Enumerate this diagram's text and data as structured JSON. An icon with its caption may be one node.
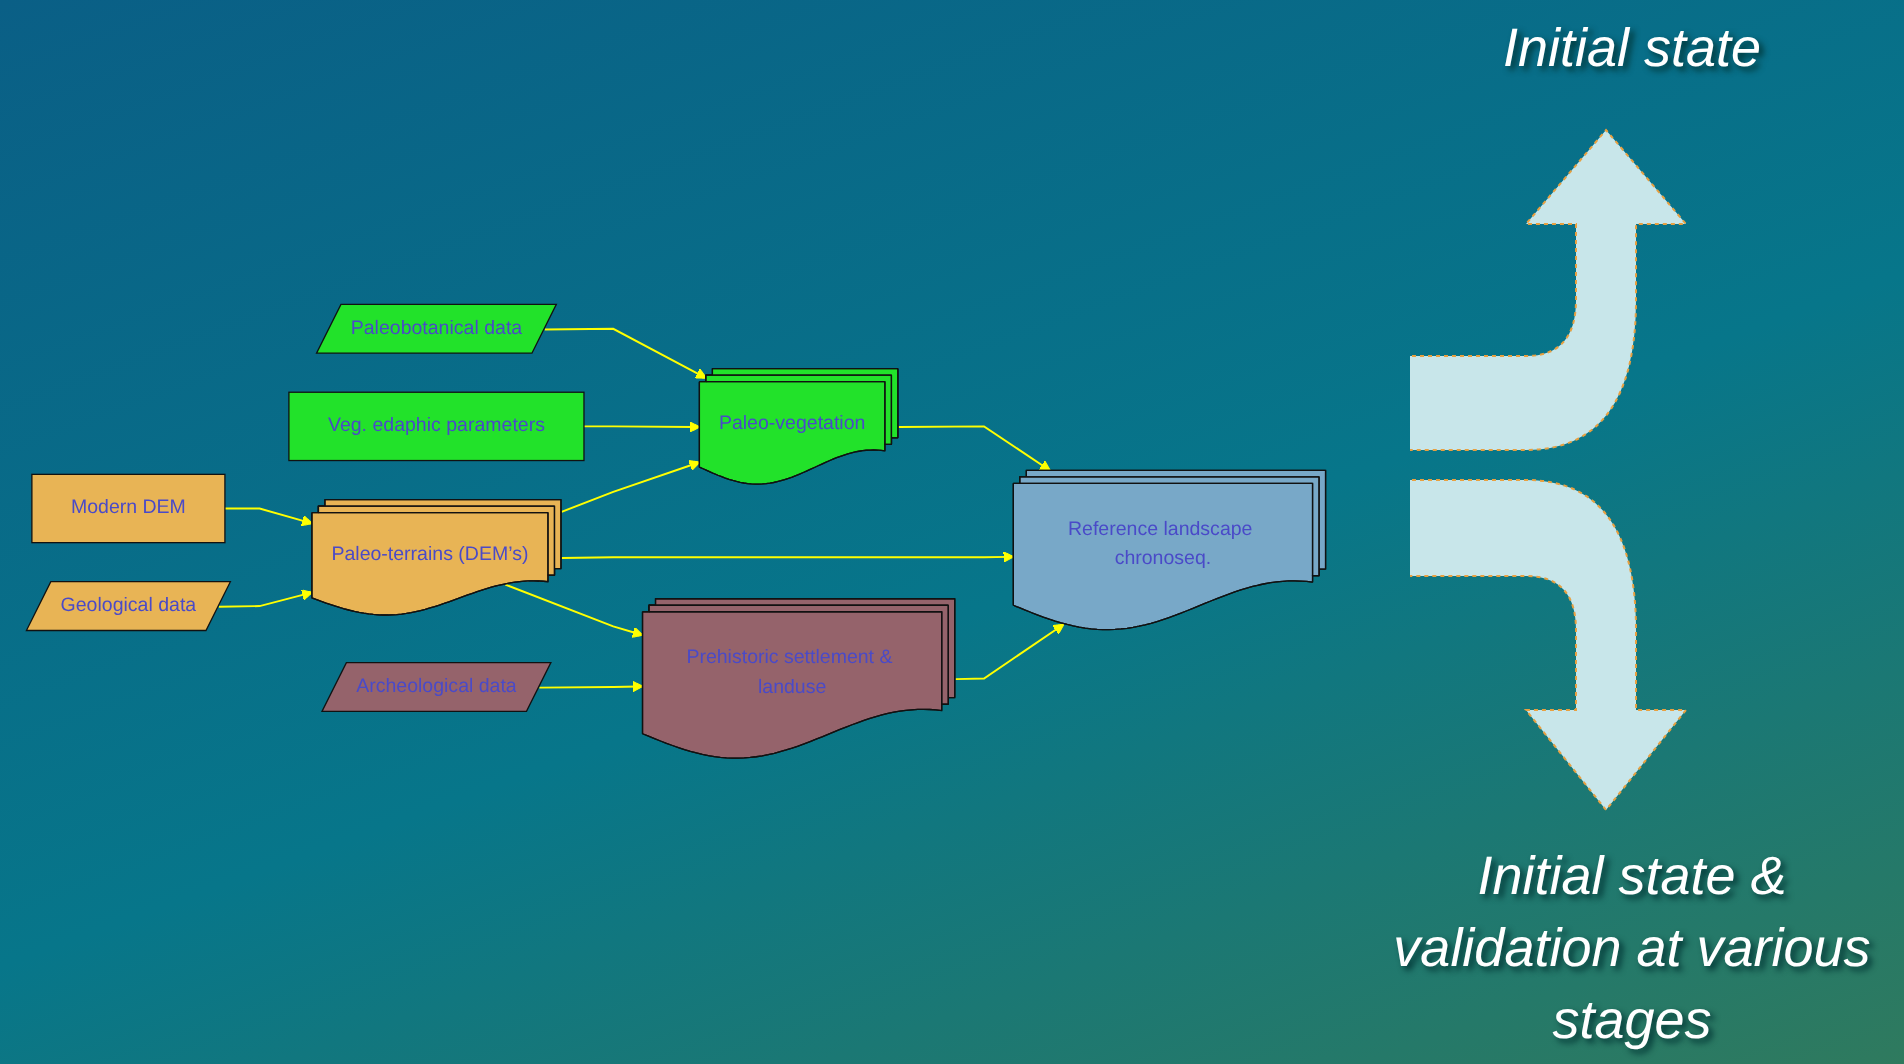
{
  "diagram": {
    "nodes": [
      {
        "text": [
          "Paleobotanical data"
        ]
      },
      {
        "text": [
          "Veg. edaphic parameters"
        ]
      },
      {
        "text": [
          "Paleo-vegetation"
        ]
      },
      {
        "text": [
          "Modern DEM"
        ]
      },
      {
        "text": [
          "Geological data"
        ]
      },
      {
        "text": [
          "Paleo-terrains (DEM’s)"
        ]
      },
      {
        "text": [
          "Reference landscape chronoseq."
        ]
      },
      {
        "text": [
          "Archeological data"
        ]
      },
      {
        "text": [
          "Prehistoric settlement & landuse"
        ]
      }
    ],
    "edges": [
      {
        "from": 0,
        "to": 2,
        "arrow": "to"
      },
      {
        "from": 1,
        "to": 2,
        "arrow": "to"
      },
      {
        "from": 3,
        "to": 5,
        "arrow": "to"
      },
      {
        "from": 4,
        "to": 5,
        "arrow": "to"
      },
      {
        "from": 5,
        "to": 2,
        "arrow": "to"
      },
      {
        "from": 5,
        "to": 6,
        "arrow": "to"
      },
      {
        "from": 5,
        "to": 8,
        "arrow": "to"
      },
      {
        "from": 2,
        "to": 6,
        "arrow": "to"
      },
      {
        "from": 7,
        "to": 8,
        "arrow": "to"
      },
      {
        "from": 8,
        "to": 6,
        "arrow": "to"
      }
    ],
    "labels": [
      "Initial state",
      "Initial state & validation at various stages"
    ]
  }
}
